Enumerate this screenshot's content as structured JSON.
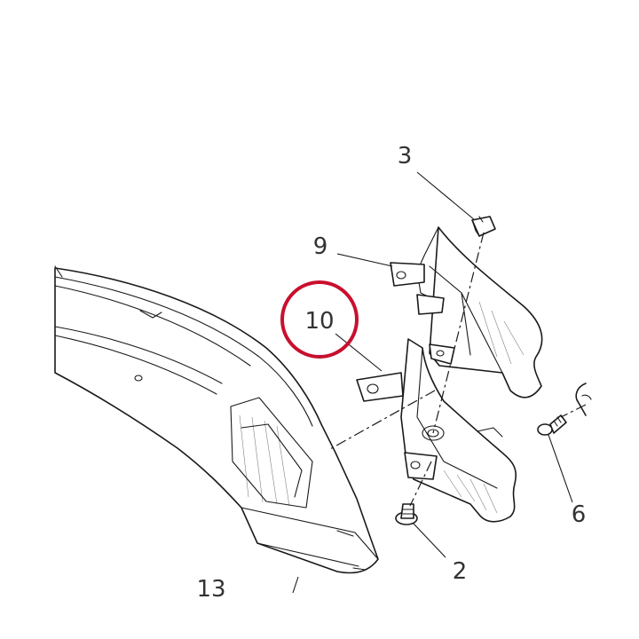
{
  "callouts": {
    "c3": "3",
    "c9": "9",
    "c10": "10",
    "c6": "6",
    "c2": "2",
    "c13": "13"
  },
  "colors": {
    "highlight_ring": "#c8102e",
    "line": "#1a1a1a",
    "label": "#333333"
  },
  "highlighted_callout": "10"
}
